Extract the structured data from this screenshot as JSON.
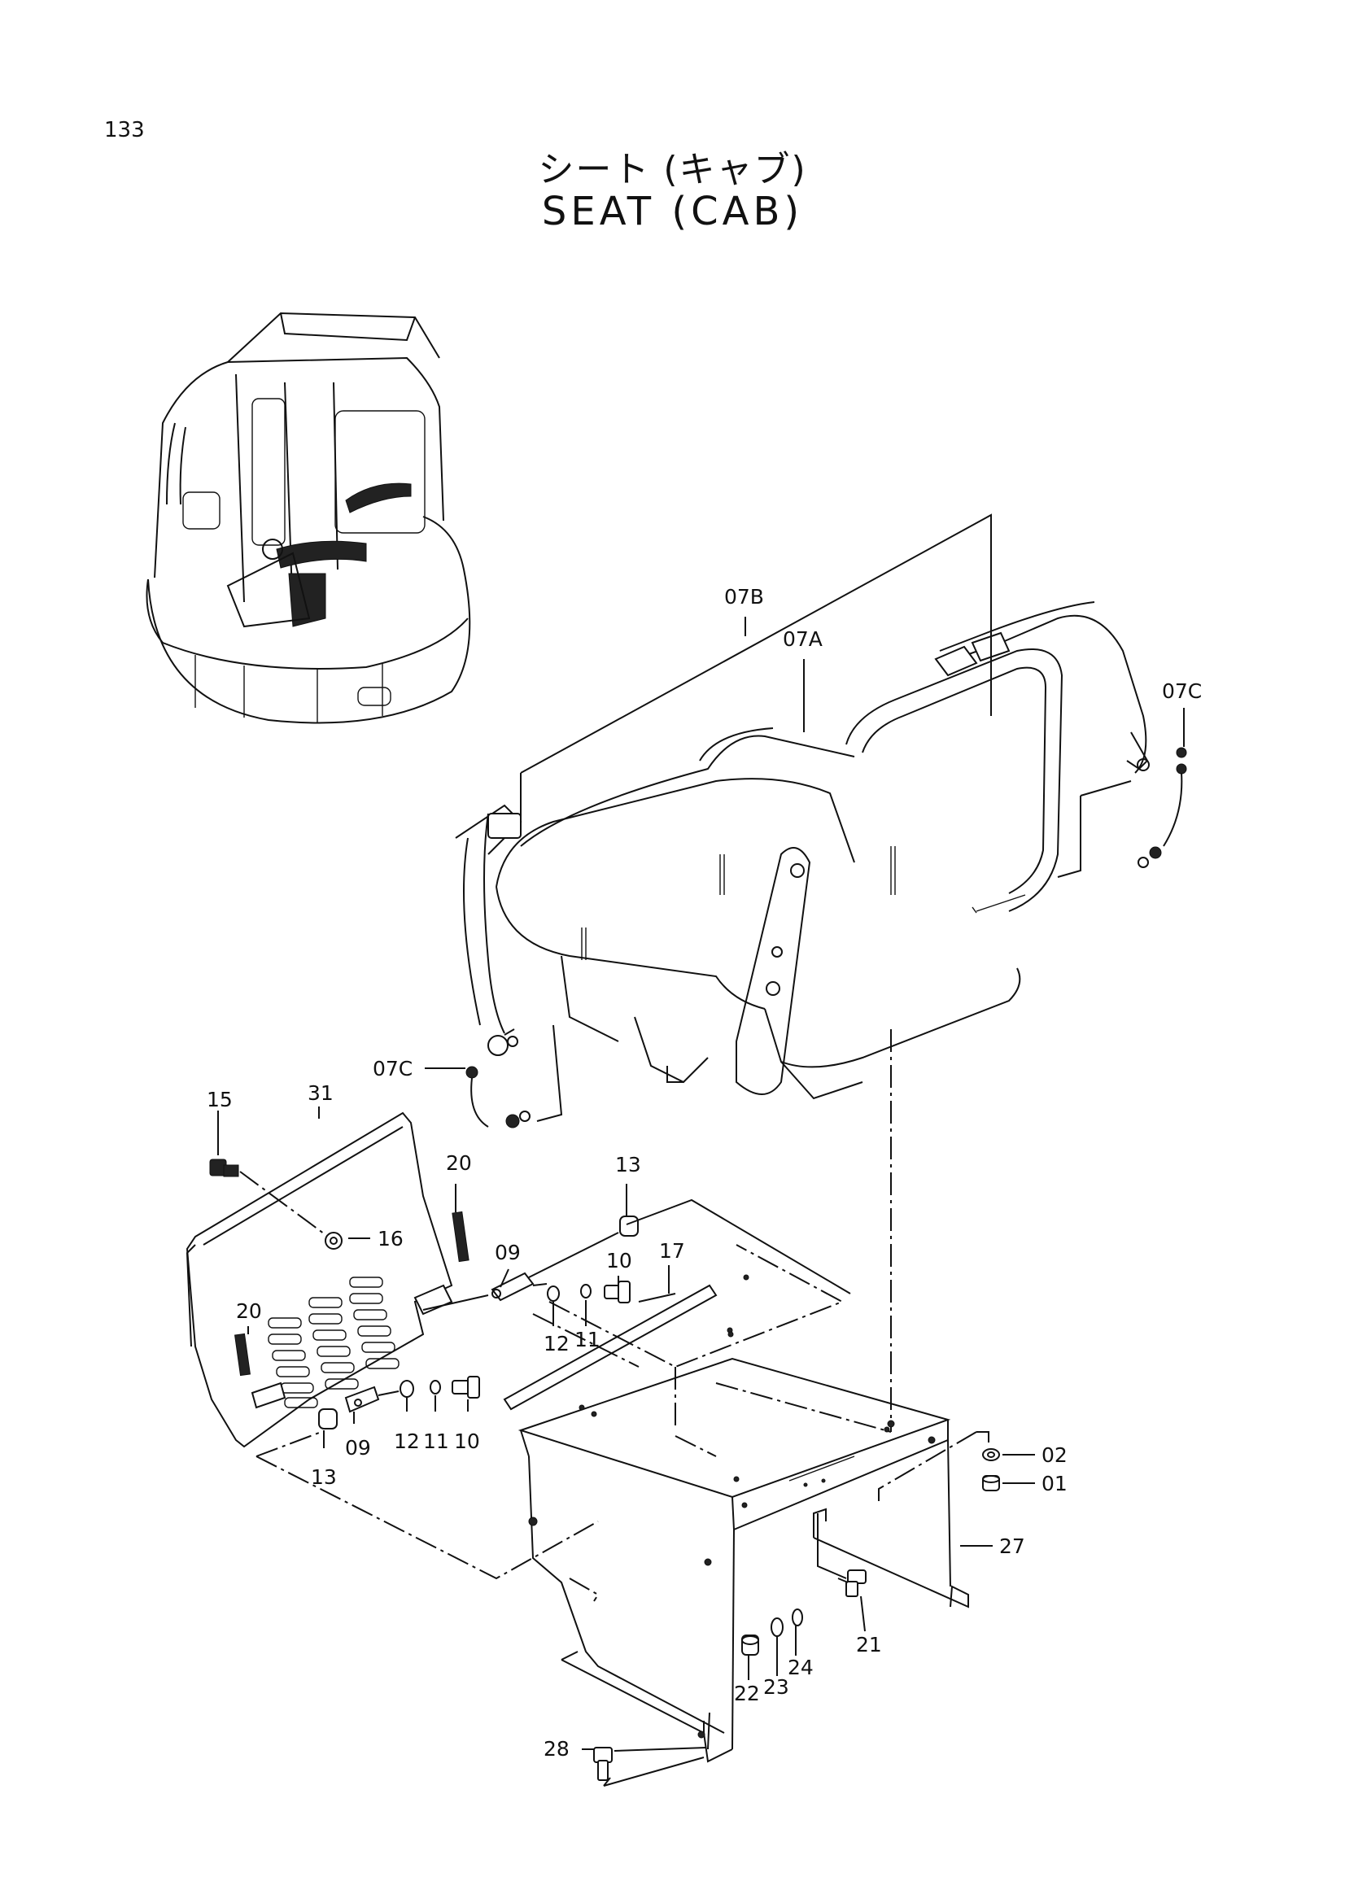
{
  "page": {
    "number": "133"
  },
  "title": {
    "japanese": "シート (キャブ)",
    "english": "SEAT (CAB)"
  },
  "callouts": {
    "c07B": "07B",
    "c07A": "07A",
    "c07C_right": "07C",
    "c07C_left": "07C",
    "c15": "15",
    "c31": "31",
    "c20_top": "20",
    "c16": "16",
    "c13_top": "13",
    "c09_top": "09",
    "c10_top": "10",
    "c17": "17",
    "c20_left": "20",
    "c12_top": "12",
    "c11_top": "11",
    "c12_bot": "12",
    "c11_bot": "11",
    "c10_bot": "10",
    "c09_bot": "09",
    "c13_bot": "13",
    "c02": "02",
    "c01": "01",
    "c27": "27",
    "c21": "21",
    "c22": "22",
    "c23": "23",
    "c24": "24",
    "c28": "28"
  }
}
